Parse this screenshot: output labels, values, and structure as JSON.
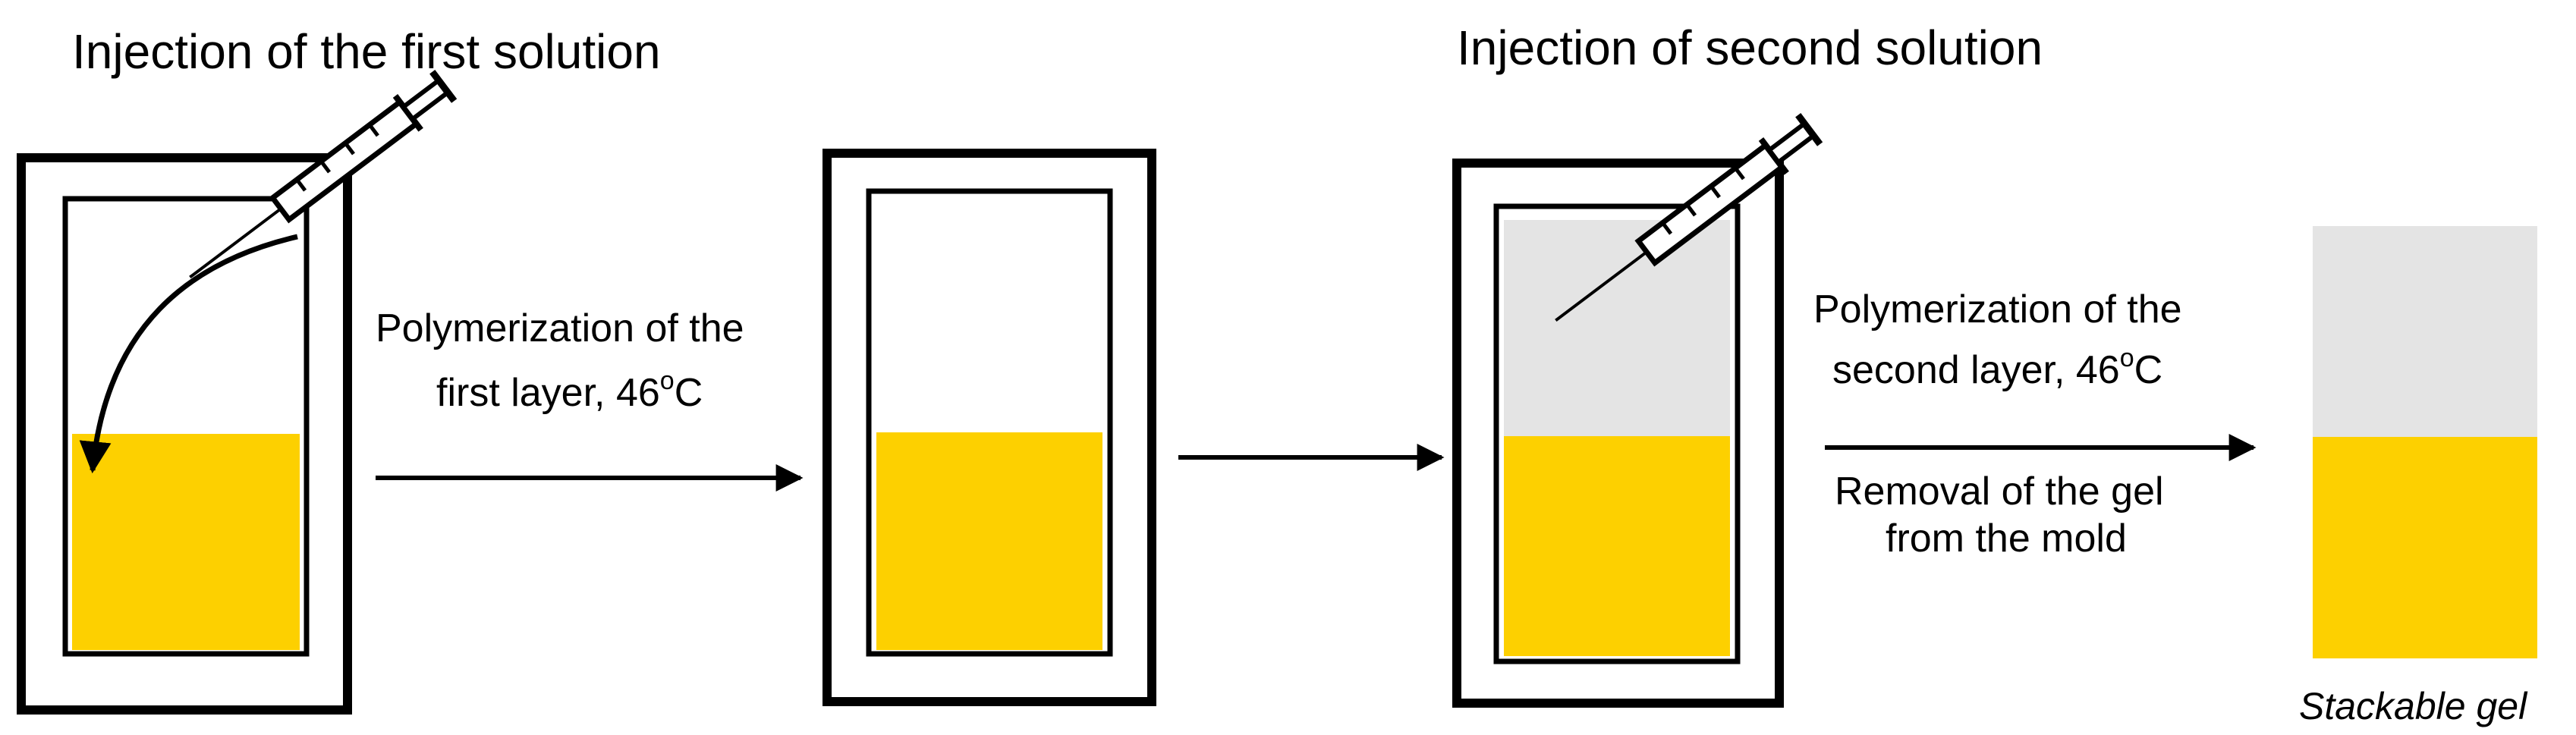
{
  "titles": {
    "first_injection": "Injection of the first solution",
    "second_injection": "Injection of second solution"
  },
  "steps": {
    "polymerization_first_line1": "Polymerization of the",
    "polymerization_first_line2": "first layer, 46",
    "polymerization_second_line1": "Polymerization of the",
    "polymerization_second_line2": "second layer, 46",
    "degree_o": "o",
    "celsius_c": "C",
    "removal_line1": "Removal of the gel",
    "removal_line2": "from the mold"
  },
  "caption": "Stackable gel",
  "colors": {
    "first_layer": "#FDD000",
    "second_layer": "#E4E4E4",
    "outline": "#000000"
  },
  "icons": [
    "syringe-icon",
    "arrow-right-icon",
    "curved-arrow-icon"
  ]
}
